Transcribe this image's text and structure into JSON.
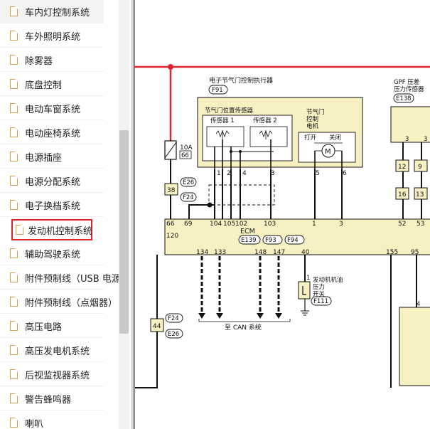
{
  "sidebar": {
    "items": [
      {
        "label": "车内灯控制系统"
      },
      {
        "label": "车外照明系统"
      },
      {
        "label": "除雾器"
      },
      {
        "label": "底盘控制"
      },
      {
        "label": "电动车窗系统"
      },
      {
        "label": "电动座椅系统"
      },
      {
        "label": "电源插座"
      },
      {
        "label": "电源分配系统"
      },
      {
        "label": "电子换档系统"
      },
      {
        "label": "发动机控制系统",
        "selected": true
      },
      {
        "label": "辅助驾驶系统"
      },
      {
        "label": "附件预制线（USB 电源"
      },
      {
        "label": "附件预制线（点烟器）"
      },
      {
        "label": "高压电路"
      },
      {
        "label": "高压发电机系统"
      },
      {
        "label": "后视监视器系统"
      },
      {
        "label": "警告蜂鸣器"
      },
      {
        "label": "喇叭"
      }
    ]
  },
  "diagram": {
    "actuator_title": "电子节气门控制执行器",
    "actuator_conn": "F91",
    "tps_title": "节气门位置传感器",
    "sensor1": "传感器 1",
    "sensor2": "传感器 2",
    "motor_label": "节气门\n控制\n电机",
    "open_label": "打开",
    "close_label": "关闭",
    "motor_symbol": "M",
    "gpf_title_1": "GPF 压差",
    "gpf_title_2": "压力传感器",
    "gpf_conn": "E138",
    "fuse_amp": "10A",
    "fuse_num": "66",
    "conn_e26": "E26",
    "conn_f24": "F24",
    "conn_38": "38",
    "conn_44": "44",
    "pins_top_actuator": [
      "1",
      "2",
      "4",
      "3",
      "5",
      "6"
    ],
    "gpf_pins": [
      "12",
      "9",
      "16",
      "13"
    ],
    "ecm_pins_top": [
      "66",
      "69",
      "104",
      "105",
      "102",
      "103",
      "1",
      "3",
      "52",
      "53"
    ],
    "ecm_label": "ECM",
    "ecm_conns": [
      "E139",
      "F93",
      "F94"
    ],
    "ecm_pin_120": "120",
    "ecm_pins_bottom": [
      "134",
      "133",
      "148",
      "147",
      "40",
      "155",
      "95"
    ],
    "can_label": "至 CAN 系统",
    "oil_switch": "发动机机油\n压力\n开关",
    "oil_conn": "F111",
    "oil_pin": "1",
    "right_pin_4": "4"
  },
  "colors": {
    "wire_red": "#e0262c",
    "box_fill": "#f6f0c2",
    "highlight": "#e0262c"
  }
}
